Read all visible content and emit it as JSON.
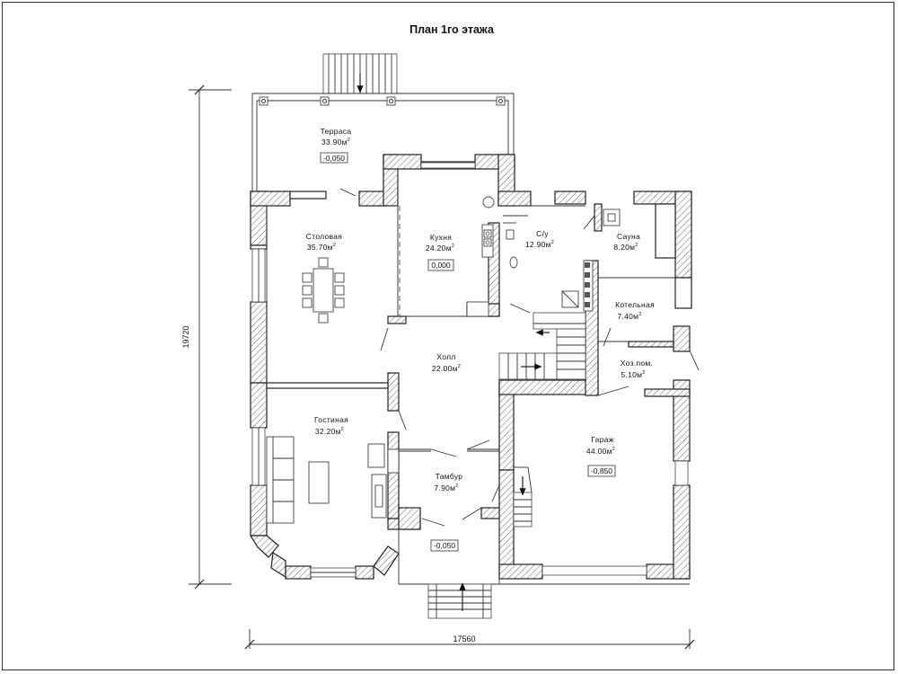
{
  "title": "План 1го этажа",
  "dimensions": {
    "width": "17560",
    "height": "19720"
  },
  "rooms": [
    {
      "key": "terrace",
      "name": "Терраса",
      "area": "33.90м",
      "elevation": "-0,050"
    },
    {
      "key": "dining",
      "name": "Столовая",
      "area": "35.70м",
      "elevation": ""
    },
    {
      "key": "kitchen",
      "name": "Кухня",
      "area": "24.20м",
      "elevation": "0,000"
    },
    {
      "key": "wc",
      "name": "С/у",
      "area": "12.90м",
      "elevation": ""
    },
    {
      "key": "sauna",
      "name": "Сауна",
      "area": "8.20м",
      "elevation": ""
    },
    {
      "key": "boiler",
      "name": "Котельная",
      "area": "7.40м",
      "elevation": ""
    },
    {
      "key": "hall",
      "name": "Холл",
      "area": "22.00м",
      "elevation": ""
    },
    {
      "key": "utility",
      "name": "Хоз.пом.",
      "area": "5.10м",
      "elevation": ""
    },
    {
      "key": "living",
      "name": "Гостиная",
      "area": "32.20м",
      "elevation": ""
    },
    {
      "key": "garage",
      "name": "Гараж",
      "area": "44.00м",
      "elevation": "-0,850"
    },
    {
      "key": "vestibule",
      "name": "Тамбур",
      "area": "7.90м",
      "elevation": ""
    },
    {
      "key": "porch",
      "name": "",
      "area": "",
      "elevation": "-0,050"
    }
  ],
  "area_unit_sup": "2"
}
